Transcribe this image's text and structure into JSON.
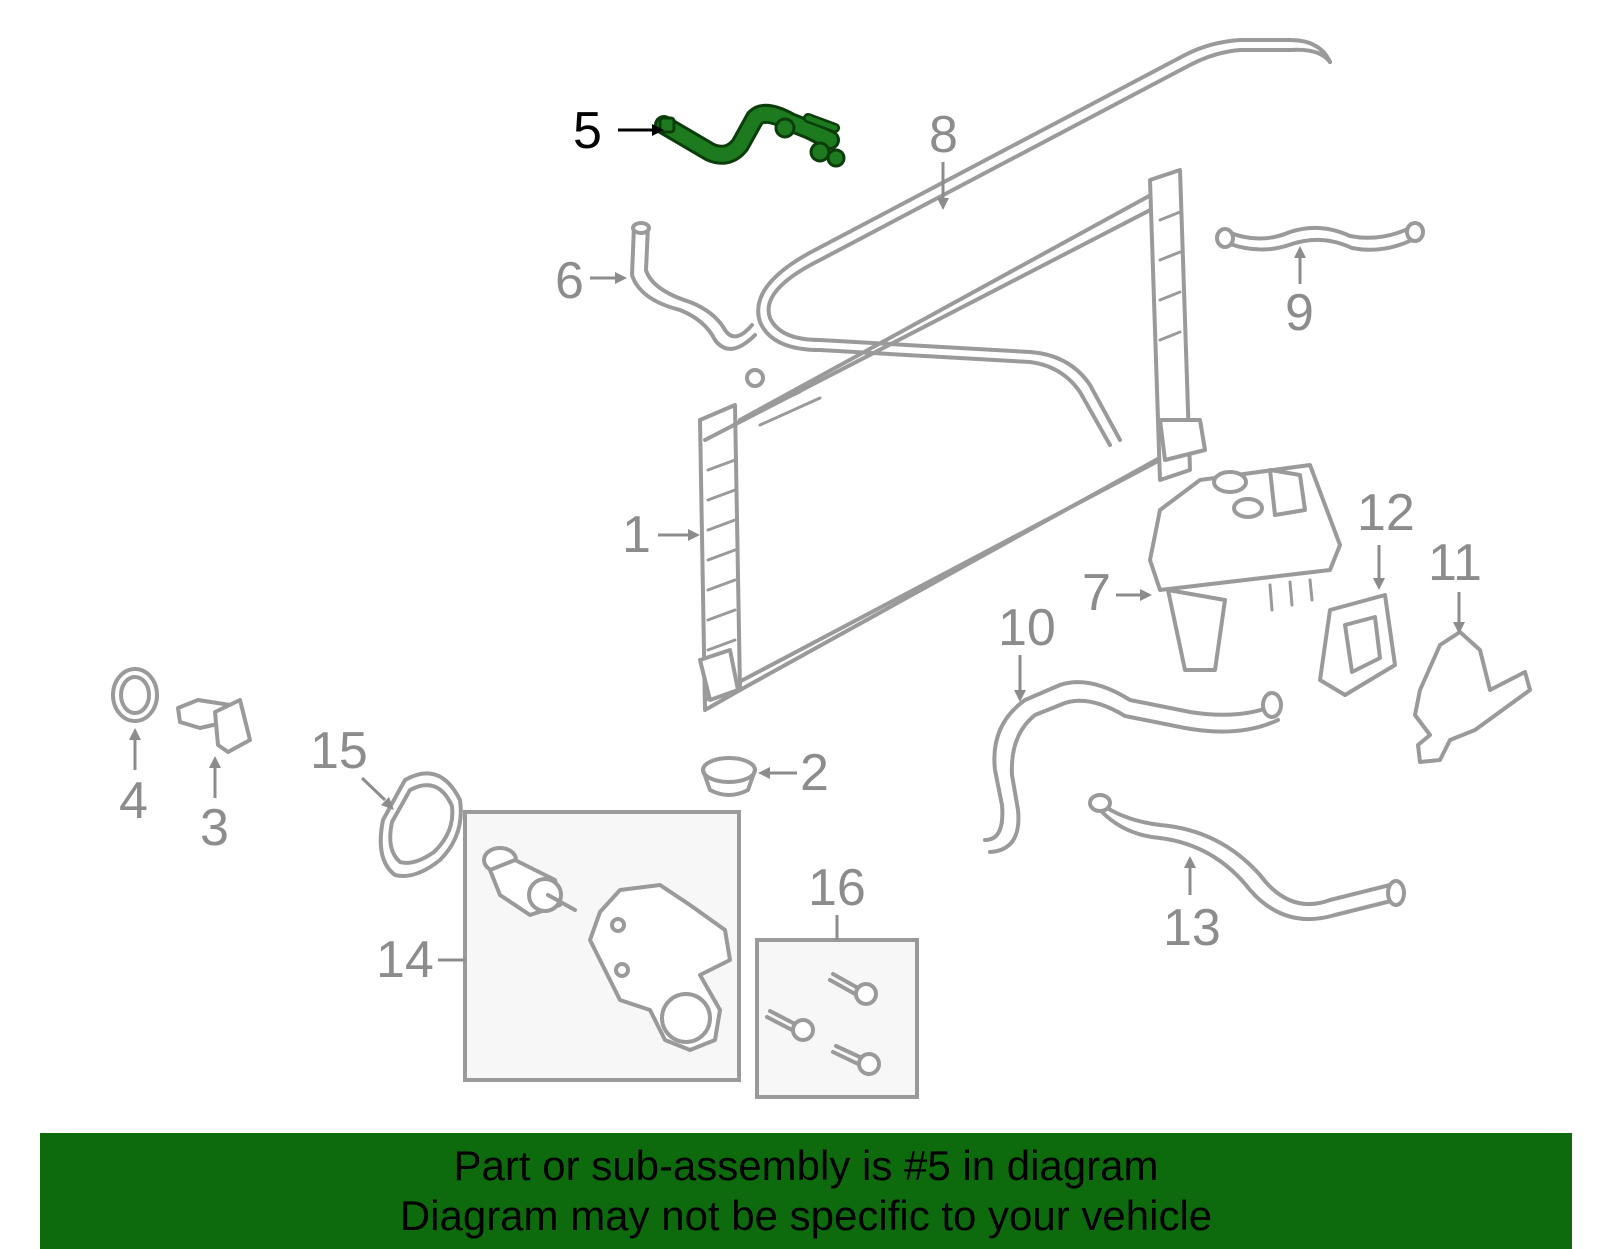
{
  "callouts": {
    "c1": "1",
    "c2": "2",
    "c3": "3",
    "c4": "4",
    "c5": "5",
    "c6": "6",
    "c7": "7",
    "c8": "8",
    "c9": "9",
    "c10": "10",
    "c11": "11",
    "c12": "12",
    "c13": "13",
    "c14": "14",
    "c15": "15",
    "c16": "16"
  },
  "highlight": {
    "part_number": "5",
    "color": "#1e7a1e",
    "outline": "#0a3d0a"
  },
  "banner": {
    "line1": "Part or sub-assembly is #5 in diagram",
    "line2": "Diagram may not be specific to your vehicle",
    "background": "#0d6b0d"
  }
}
